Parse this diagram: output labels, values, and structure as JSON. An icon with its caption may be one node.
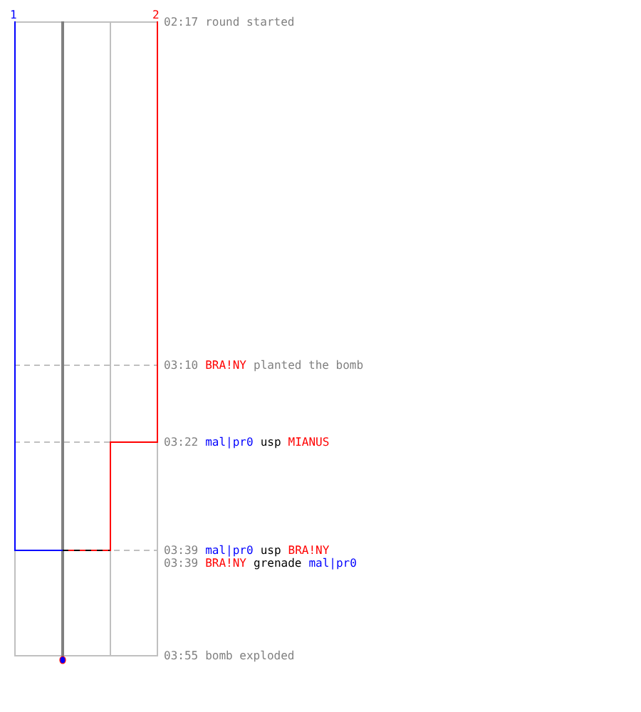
{
  "diagram": {
    "labels": [
      "1",
      "2",
      "02:17",
      "round started",
      "03:10",
      "BRA!NY",
      "planted the bomb",
      "03:22",
      "mal|pr0",
      "usp",
      "MIANUS",
      "03:39",
      "mal|pr0",
      "usp",
      "BRA!NY",
      "03:39",
      "BRA!NY",
      "grenade",
      "mal|pr0",
      "03:55",
      "bomb exploded"
    ]
  }
}
